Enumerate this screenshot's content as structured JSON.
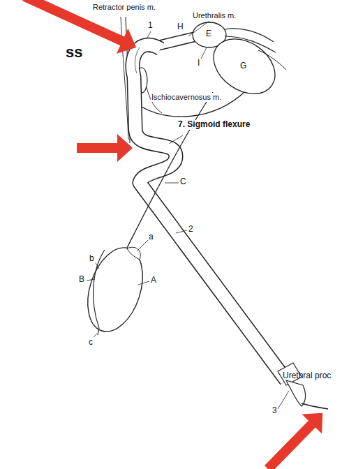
{
  "diagram": {
    "labels": [
      "ss",
      "Retractor penis m.",
      "1",
      "Urethralis m.",
      "H",
      "E",
      "I",
      "Ischiocavernosus m.",
      "G",
      "7. Sigmoid flexure",
      "C",
      "2",
      "a",
      "b",
      "B",
      "A",
      "c",
      "Urethral proc",
      "3"
    ]
  }
}
